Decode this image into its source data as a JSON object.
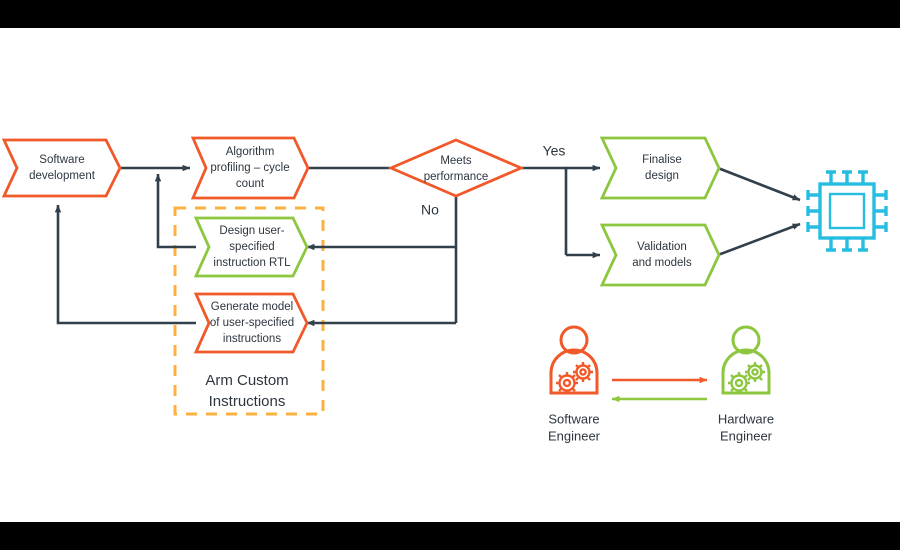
{
  "meta": {
    "title": "Arm Custom Instructions design flow",
    "background": "#000000",
    "stage_background": "#ffffff"
  },
  "colors": {
    "orange": "#F1592A",
    "green": "#8DC63F",
    "amber": "#FBB040",
    "dark": "#31404B",
    "cyan": "#27BDE0",
    "text": "#2d3640"
  },
  "nodes": {
    "software_development": {
      "label_line1": "Software",
      "label_line2": "development",
      "shape": "chevron",
      "color": "orange"
    },
    "algorithm_profiling": {
      "label_line1": "Algorithm",
      "label_line2": "profiling – cycle",
      "label_line3": "count",
      "shape": "chevron",
      "color": "orange"
    },
    "meets_performance": {
      "label_line1": "Meets",
      "label_line2": "performance",
      "shape": "diamond",
      "color": "orange"
    },
    "design_rtl": {
      "label_line1": "Design user-",
      "label_line2": "specified",
      "label_line3": "instruction RTL",
      "shape": "chevron",
      "color": "green"
    },
    "generate_model": {
      "label_line1": "Generate model",
      "label_line2": "of user-specified",
      "label_line3": "instructions",
      "shape": "chevron",
      "color": "orange"
    },
    "finalise_design": {
      "label_line1": "Finalise",
      "label_line2": "design",
      "shape": "chevron",
      "color": "green"
    },
    "validation_models": {
      "label_line1": "Validation",
      "label_line2": "and models",
      "shape": "chevron",
      "color": "green"
    }
  },
  "edge_labels": {
    "yes": "Yes",
    "no": "No"
  },
  "group_box": {
    "label_line1": "Arm Custom",
    "label_line2": "Instructions",
    "border_style": "dashed",
    "color": "#FBB040"
  },
  "chip": {
    "icon": "cpu-chip-icon",
    "color": "#27BDE0"
  },
  "legend": {
    "software_engineer": {
      "icon": "person-gears-icon",
      "label_line1": "Software",
      "label_line2": "Engineer",
      "color": "#F1592A"
    },
    "hardware_engineer": {
      "icon": "person-gears-icon",
      "label_line1": "Hardware",
      "label_line2": "Engineer",
      "color": "#8DC63F"
    },
    "arrow_to_hardware": {
      "icon": "arrow-right-icon",
      "color": "#F1592A"
    },
    "arrow_to_software": {
      "icon": "arrow-left-icon",
      "color": "#8DC63F"
    }
  }
}
